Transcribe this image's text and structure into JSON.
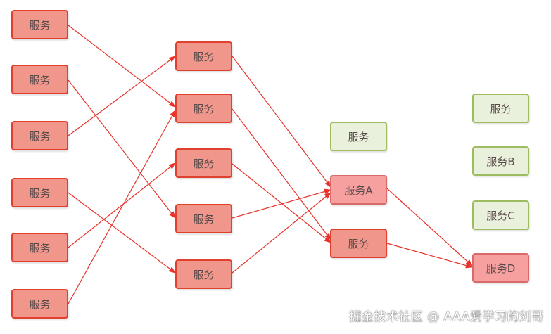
{
  "nodes": {
    "left1": "服务",
    "left2": "服务",
    "left3": "服务",
    "left4": "服务",
    "left5": "服务",
    "left6": "服务",
    "mid1": "服务",
    "mid2": "服务",
    "mid3": "服务",
    "mid4": "服务",
    "mid5": "服务",
    "right_green": "服务",
    "service_a": "服务A",
    "right_service": "服务",
    "far1": "服务",
    "service_b": "服务B",
    "service_c": "服务C",
    "service_d": "服务D"
  },
  "colors": {
    "node_fill": "#f0968a",
    "node_border": "#e0412f",
    "highlight_fill": "#f7a0a0",
    "idle_fill": "#e9f0dc",
    "idle_border": "#9dbd5e",
    "arrow": "#e8322a"
  },
  "watermark": "掘金技术社区 @ AAA爱学习的刘哥"
}
